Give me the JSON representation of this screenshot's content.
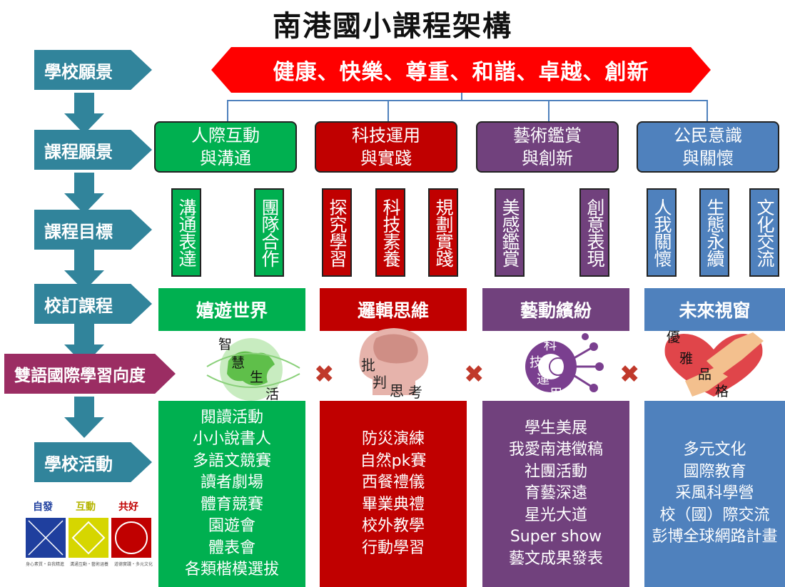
{
  "title": "南港國小課程架構",
  "labels": {
    "school_vision": "學校願景",
    "course_vision": "課程願景",
    "course_goal": "課程目標",
    "school_course": "校訂課程",
    "bilingual": "雙語國際學習向度",
    "school_activity": "學校活動"
  },
  "banner": "健康、快樂、尊重、和諧、卓越、創新",
  "columns": [
    {
      "color": "#00b050",
      "vision_line1": "人際互動",
      "vision_line2": "與溝通",
      "goals": [
        "溝通表達",
        "團隊合作"
      ],
      "course": "嬉遊世界",
      "icon_text": [
        "智",
        "慧",
        "生",
        "活"
      ],
      "activities": [
        "閱讀活動",
        "小小說書人",
        "多語文競賽",
        "讀者劇場",
        "體育競賽",
        "園遊會",
        "體表會",
        "各類楷模選拔"
      ]
    },
    {
      "color": "#c00000",
      "vision_line1": "科技運用",
      "vision_line2": "與實踐",
      "goals": [
        "探究學習",
        "科技素養",
        "規劃實踐"
      ],
      "course": "邏輯思維",
      "icon_text": [
        "批",
        "判",
        "思",
        "考"
      ],
      "activities": [
        "防災演練",
        "自然pk賽",
        "西餐禮儀",
        "畢業典禮",
        "校外教學",
        "行動學習"
      ]
    },
    {
      "color": "#71417d",
      "vision_line1": "藝術鑑賞",
      "vision_line2": "與創新",
      "goals": [
        "美感鑑賞",
        "創意表現"
      ],
      "course": "藝動繽紛",
      "icon_text": [
        "科",
        "技",
        "運",
        "用"
      ],
      "activities": [
        "學生美展",
        "我愛南港徵稿",
        "社團活動",
        "育藝深遠",
        "星光大道",
        "Super show",
        "藝文成果發表"
      ]
    },
    {
      "color": "#4f81bd",
      "vision_line1": "公民意識",
      "vision_line2": "與關懷",
      "goals": [
        "人我關懷",
        "生態永續",
        "文化交流"
      ],
      "course": "未來視窗",
      "icon_text": [
        "優",
        "雅",
        "品",
        "格"
      ],
      "activities": [
        "多元文化",
        "國際教育",
        "采風科學營",
        "校（國）際交流",
        "彭博全球網路計畫"
      ]
    }
  ],
  "legend": {
    "items": [
      "自發",
      "互動",
      "共好"
    ],
    "colors": [
      "#1f3f9e",
      "#d6d600",
      "#c00000"
    ],
    "captions": [
      "身心素質・自我精進",
      "溝通互動・藝術涵養",
      "道德實踐・多元文化"
    ]
  }
}
